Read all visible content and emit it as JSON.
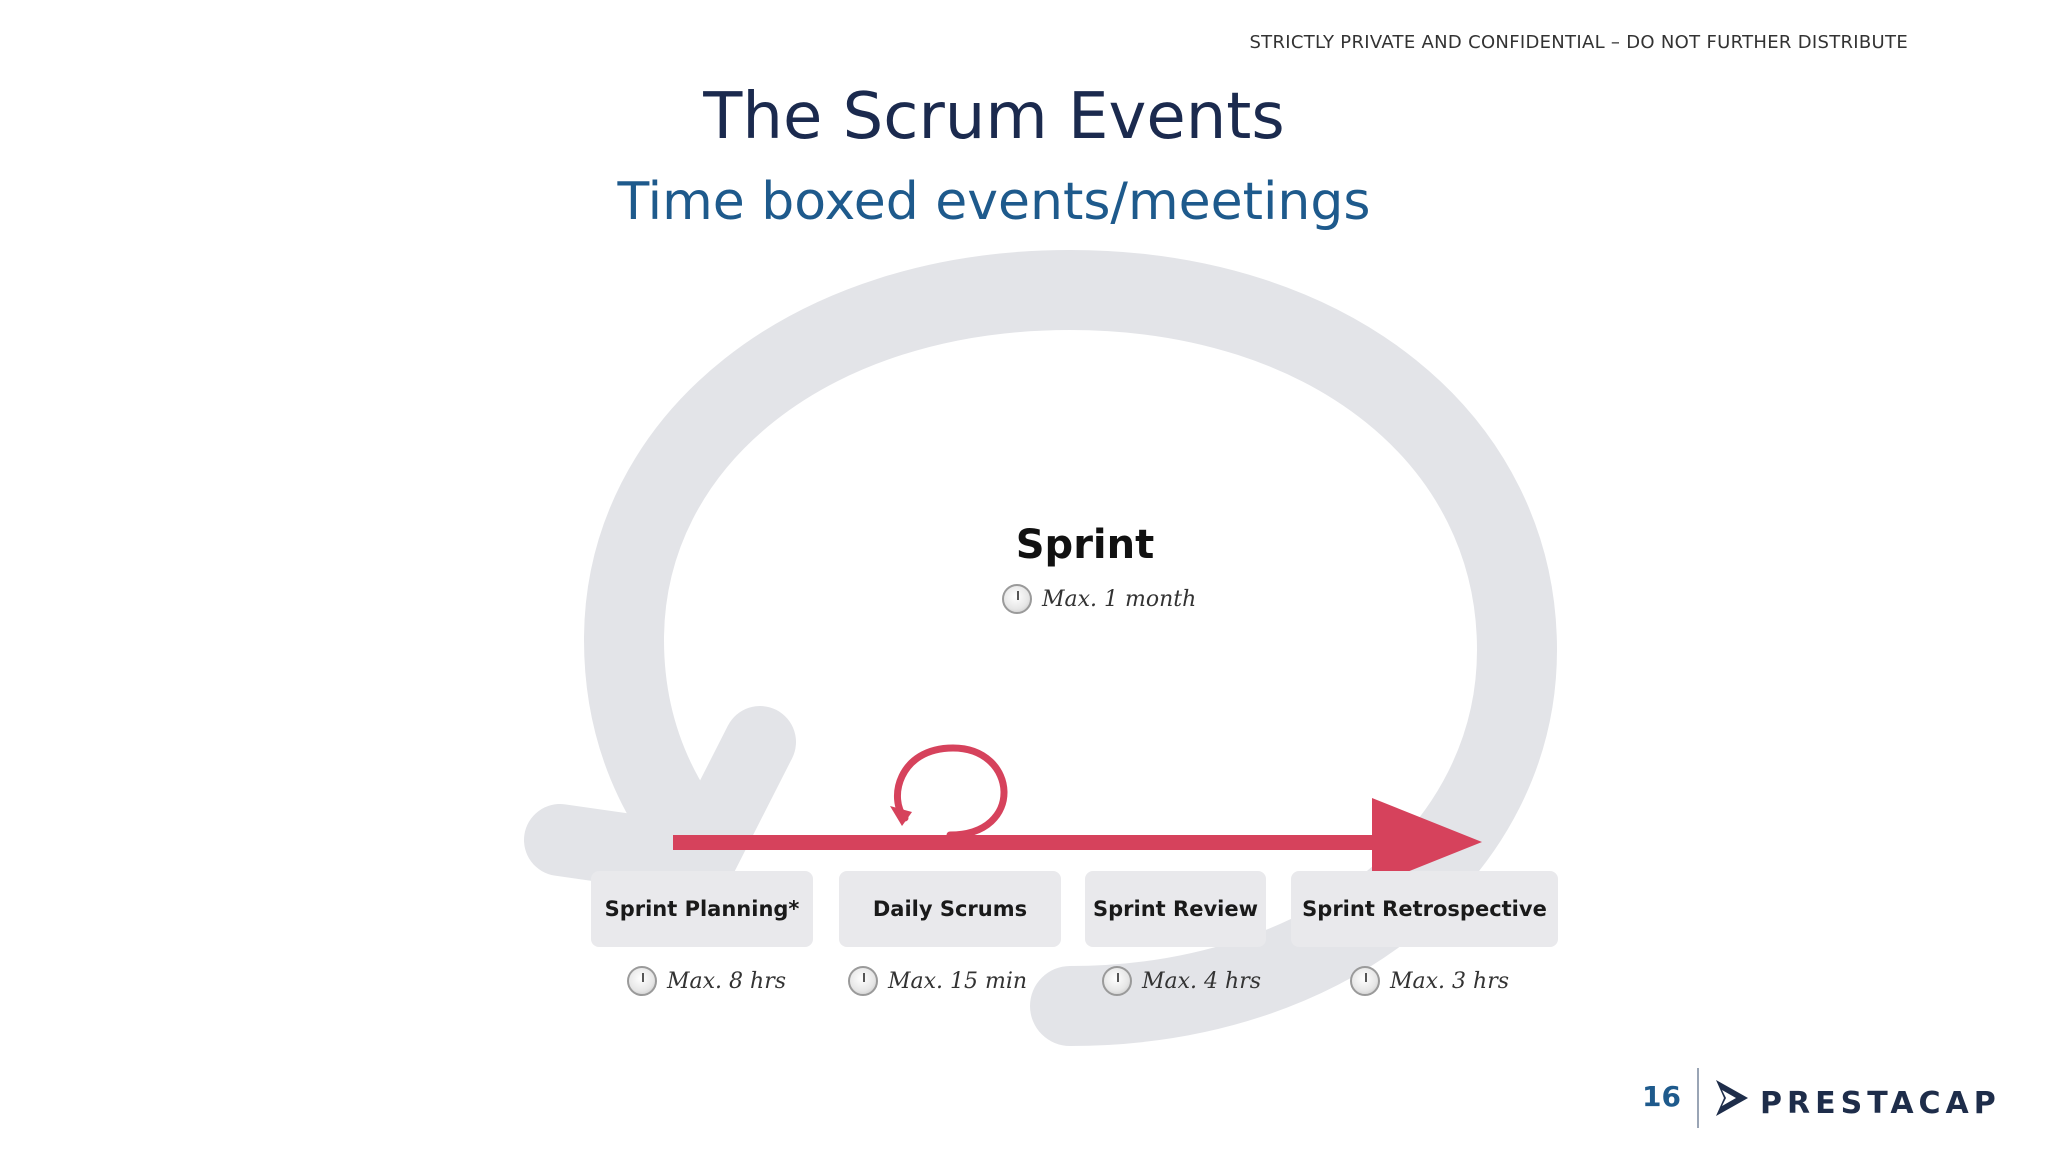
{
  "header": {
    "confidential_notice": "STRICTLY PRIVATE AND CONFIDENTIAL – DO NOT FURTHER DISTRIBUTE",
    "title": "The Scrum Events",
    "subtitle": "Time boxed events/meetings"
  },
  "diagram": {
    "sprint": {
      "label": "Sprint",
      "timebox": "Max. 1 month"
    },
    "events": [
      {
        "label": "Sprint Planning*",
        "timebox": "Max. 8 hrs"
      },
      {
        "label": "Daily Scrums",
        "timebox": "Max. 15 min"
      },
      {
        "label": "Sprint Review",
        "timebox": "Max. 4 hrs"
      },
      {
        "label": "Sprint Retrospective",
        "timebox": "Max. 3 hrs"
      }
    ],
    "icons": {
      "cycle": "circular-arrow-icon",
      "timeline": "arrow-right-icon",
      "daily_loop": "loop-arrow-icon",
      "clock": "clock-icon"
    },
    "colors": {
      "cycle_arrow": "#e3e4e8",
      "timeline_arrow": "#d6425c",
      "event_box": "#e9e9ec"
    }
  },
  "footer": {
    "page_number": "16",
    "brand": "PRESTACAP"
  }
}
